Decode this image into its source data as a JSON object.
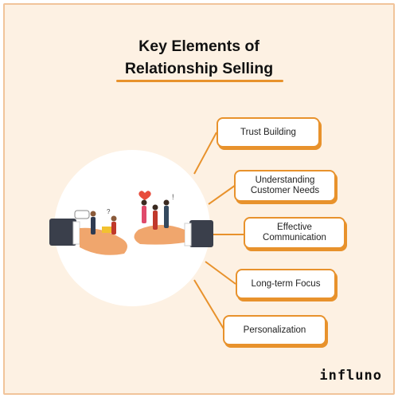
{
  "title": {
    "line1": "Key Elements of",
    "line2": "Relationship Selling"
  },
  "elements": [
    {
      "line1": "Trust Building",
      "line2": ""
    },
    {
      "line1": "Understanding",
      "line2": "Customer Needs"
    },
    {
      "line1": "Effective",
      "line2": "Communication"
    },
    {
      "line1": "Long-term Focus",
      "line2": ""
    },
    {
      "line1": "Personalization",
      "line2": ""
    }
  ],
  "brand": {
    "logo_text": "influno"
  },
  "colors": {
    "accent": "#e8922c",
    "background": "#fdf1e3",
    "border": "#f1c49a"
  },
  "icons": [
    "handshake-illustration",
    "speech-bubble-icon",
    "heart-icon",
    "exclamation-icon",
    "question-icon"
  ]
}
